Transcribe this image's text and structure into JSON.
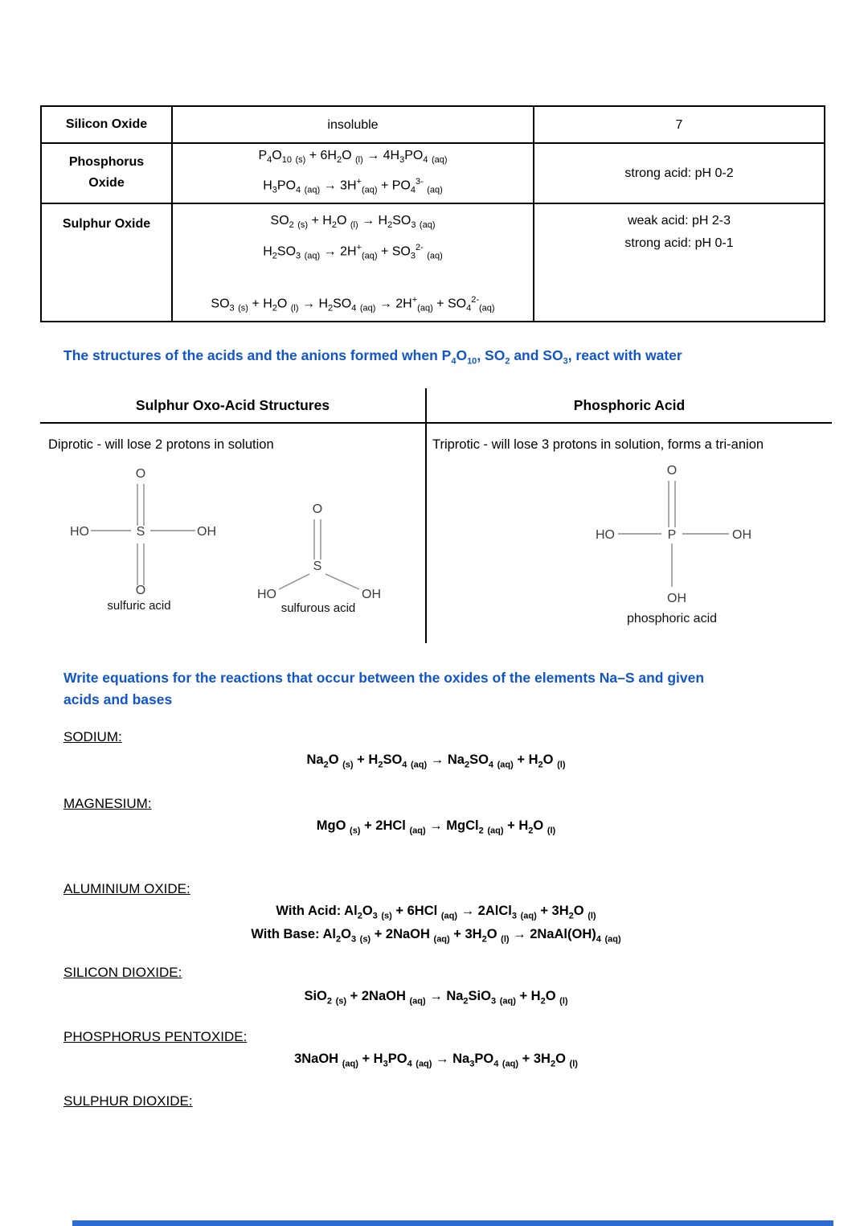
{
  "colors": {
    "heading_blue": "#1155cc",
    "bond_gray": "#8a8a8a",
    "bottom_bar_blue": "#2d6cd2"
  },
  "table": {
    "rows": [
      {
        "name_html": "Silicon Oxide",
        "equation_lines_html": [
          "insoluble"
        ],
        "ph_lines_html": [
          "7"
        ]
      },
      {
        "name_html": "Phosphorus<br>Oxide",
        "equation_lines_html": [
          "P<sub>4</sub>O<sub>10</sub> <sub>(s)</sub> + 6H<sub>2</sub>O <sub>(l)</sub> → 4H<sub>3</sub>PO<sub>4</sub> <sub>(aq)</sub>",
          "H<sub>3</sub>PO<sub>4</sub> <sub>(aq)</sub> → 3H<sup>+</sup><sub>(aq)</sub> + PO<sub>4</sub><sup>3-</sup> <sub>(aq)</sub>"
        ],
        "ph_lines_html": [
          "strong acid: pH 0-2"
        ]
      },
      {
        "name_html": "Sulphur Oxide",
        "equation_lines_html": [
          "SO<sub>2</sub> <sub>(s)</sub> + H<sub>2</sub>O <sub>(l)</sub>  → H<sub>2</sub>SO<sub>3</sub> <sub>(aq)</sub>",
          "H<sub>2</sub>SO<sub>3</sub> <sub>(aq)</sub> → 2H<sup>+</sup><sub>(aq)</sub> + SO<sub>3</sub><sup>2-</sup> <sub>(aq)</sub>",
          "SO<sub>3</sub> <sub>(s)</sub> + H<sub>2</sub>O <sub>(l)</sub> → H<sub>2</sub>SO<sub>4</sub> <sub>(aq)</sub> → 2H<sup>+</sup><sub>(aq)</sub> + SO<sub>4</sub><sup>2-</sup><sub>(aq)</sub>"
        ],
        "ph_lines_html": [
          "weak acid: pH 2-3",
          "strong acid: pH 0-1"
        ]
      }
    ]
  },
  "heading1_html": "The structures of the acids and the anions formed when P<sub>4</sub>O<sub>10</sub>, SO<sub>2</sub> and SO<sub>3</sub>, react with water",
  "structures": {
    "left_header": "Sulphur Oxo-Acid Structures",
    "right_header": "Phosphoric Acid",
    "left_note": "Diprotic - will lose 2 protons in solution",
    "right_note": "Triprotic - will lose 3 protons in solution, forms a tri-anion",
    "sulfuric": {
      "o_top": "O",
      "ho_left": "HO",
      "s": "S",
      "oh_right": "OH",
      "o_bottom": "O",
      "label": "sulfuric acid"
    },
    "sulfurous": {
      "o_top": "O",
      "s": "S",
      "ho_left": "HO",
      "oh_right": "OH",
      "label": "sulfurous acid"
    },
    "phosphoric": {
      "o_top": "O",
      "ho_left": "HO",
      "p": "P",
      "oh_right": "OH",
      "oh_bottom": "OH",
      "label": "phosphoric acid"
    }
  },
  "heading2_html": "Write equations for the reactions that occur between the oxides of the elements Na–S and given<br>acids and bases",
  "sections": [
    {
      "title": "SODIUM:",
      "equations_html": [
        "Na<sub>2</sub>O <sub>(s)</sub> + H<sub>2</sub>SO<sub>4</sub> <sub>(aq)</sub>  → Na<sub>2</sub>SO<sub>4</sub> <sub>(aq)</sub> + H<sub>2</sub>O <sub>(l)</sub>"
      ]
    },
    {
      "title": "MAGNESIUM:",
      "equations_html": [
        "MgO <sub>(s)</sub> + 2HCl <sub>(aq)</sub> → MgCl<sub>2</sub> <sub>(aq)</sub> + H<sub>2</sub>O <sub>(l)</sub>"
      ]
    },
    {
      "title": "ALUMINIUM OXIDE:",
      "equations_html": [
        "With Acid: Al<sub>2</sub>O<sub>3</sub> <sub>(s)</sub> + 6HCl <sub>(aq)</sub> → 2AlCl<sub>3</sub> <sub>(aq)</sub> + 3H<sub>2</sub>O <sub>(l)</sub>",
        "With Base: Al<sub>2</sub>O<sub>3</sub> <sub>(s)</sub> + 2NaOH <sub>(aq)</sub> + 3H<sub>2</sub>O <sub>(l)</sub> → 2NaAl(OH)<sub>4</sub> <sub>(aq)</sub>"
      ]
    },
    {
      "title": "SILICON DIOXIDE:",
      "equations_html": [
        "SiO<sub>2</sub> <sub>(s)</sub> + 2NaOH <sub>(aq)</sub> → Na<sub>2</sub>SiO<sub>3</sub> <sub>(aq)</sub> + H<sub>2</sub>O <sub>(l)</sub>"
      ]
    },
    {
      "title": "PHOSPHORUS PENTOXIDE:",
      "equations_html": [
        "3NaOH <sub>(aq)</sub> + H<sub>3</sub>PO<sub>4</sub> <sub>(aq)</sub> → Na<sub>3</sub>PO<sub>4</sub> <sub>(aq)</sub> + 3H<sub>2</sub>O <sub>(l)</sub>"
      ]
    },
    {
      "title": "SULPHUR DIOXIDE:",
      "equations_html": []
    }
  ]
}
